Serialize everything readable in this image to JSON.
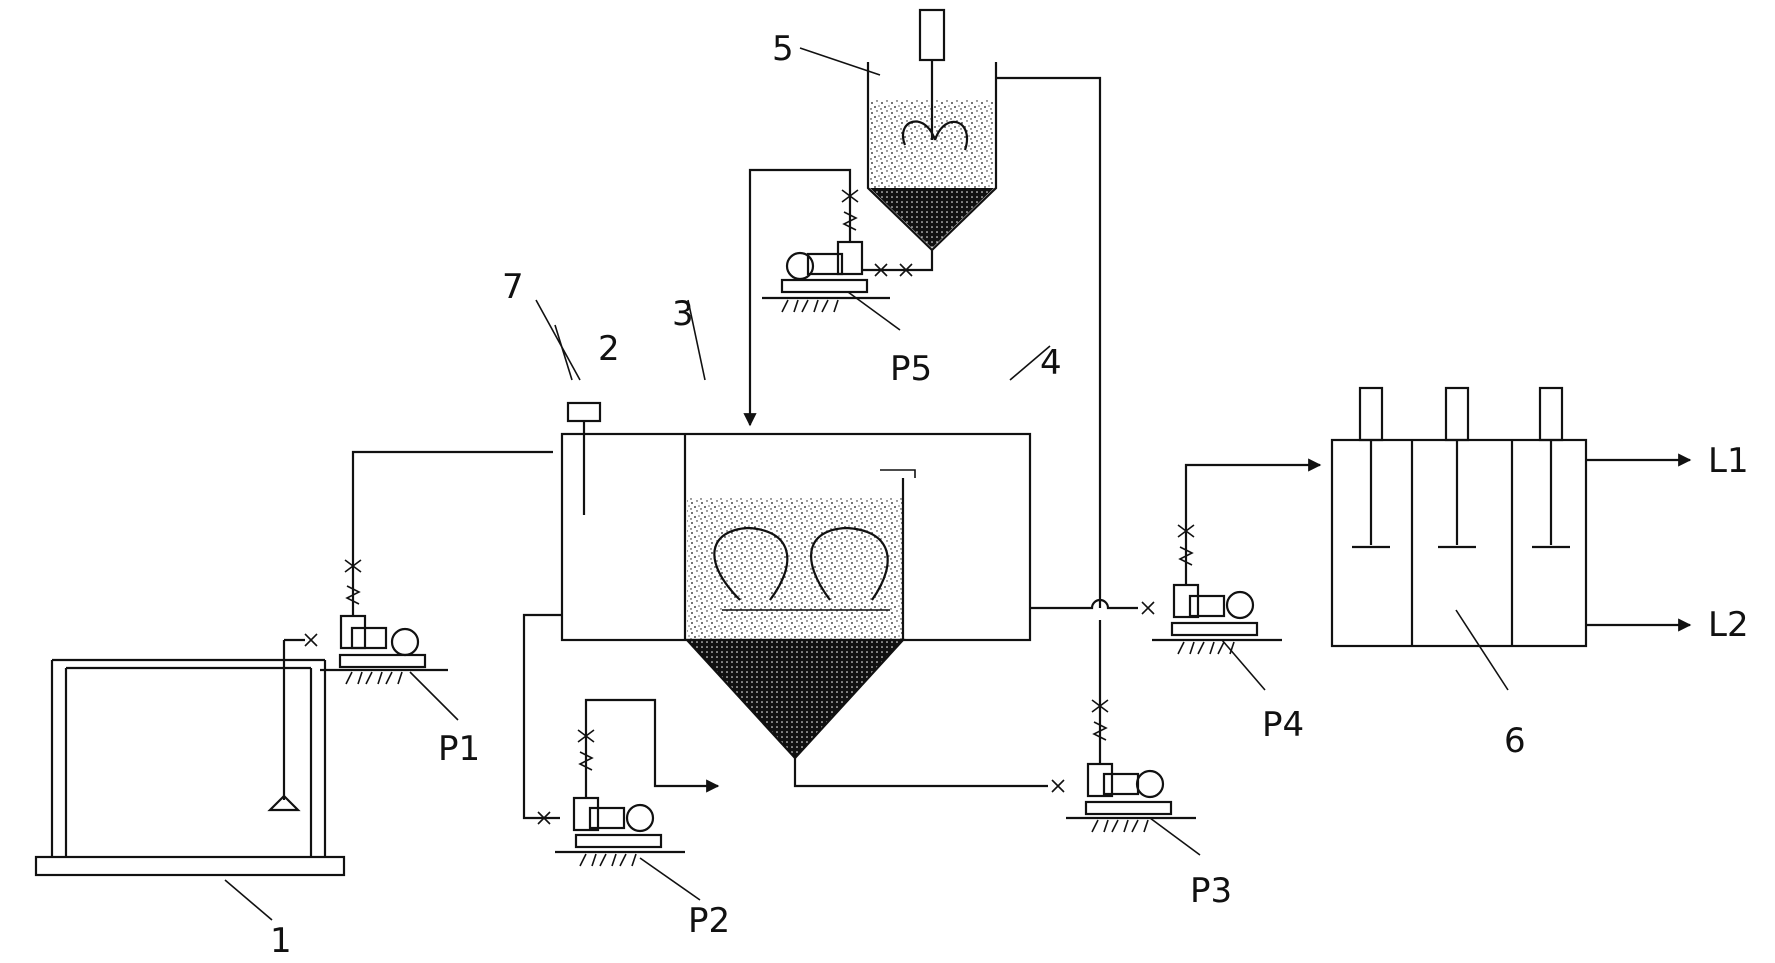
{
  "labels": {
    "n1": "1",
    "n2": "2",
    "n3": "3",
    "n4": "4",
    "n5": "5",
    "n6": "6",
    "n7": "7",
    "p1": "P1",
    "p2": "P2",
    "p3": "P3",
    "p4": "P4",
    "p5": "P5",
    "l1": "L1",
    "l2": "L2"
  },
  "colors": {
    "line": "#111111",
    "background": "#ffffff"
  }
}
